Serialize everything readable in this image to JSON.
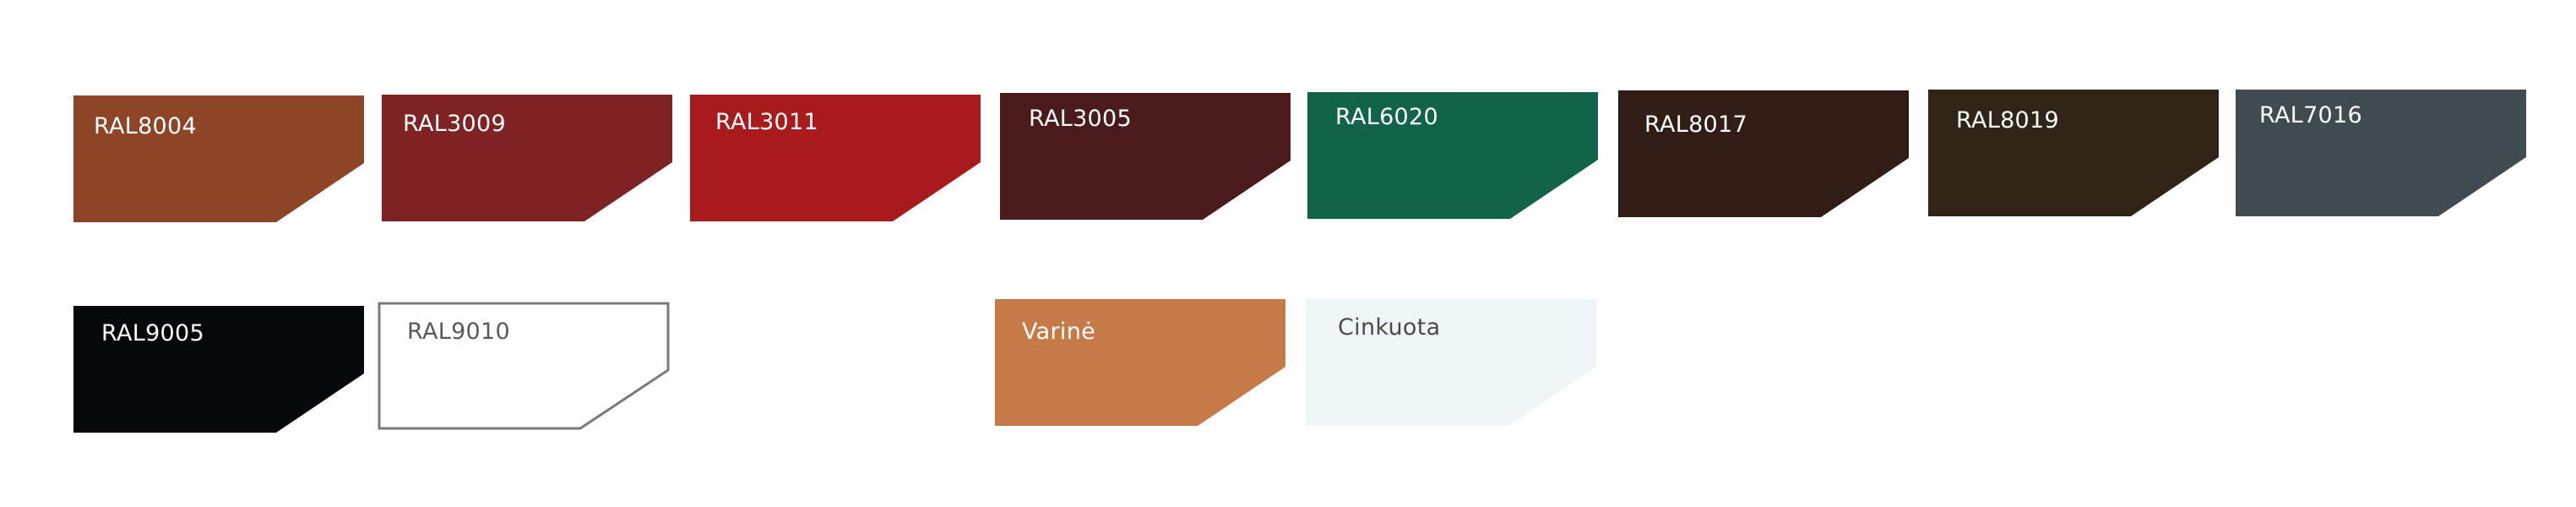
{
  "swatches": [
    {
      "label": "RAL8004",
      "fill": "#8E4426",
      "text_color": "#FFFFFF",
      "stroke": null
    },
    {
      "label": "RAL3009",
      "fill": "#7E2224",
      "text_color": "#FFFFFF",
      "stroke": null
    },
    {
      "label": "RAL3011",
      "fill": "#A81A1B",
      "text_color": "#FFFFFF",
      "stroke": null
    },
    {
      "label": "RAL3005",
      "fill": "#4A1B1A",
      "text_color": "#FFFFFF",
      "stroke": null
    },
    {
      "label": "RAL6020",
      "fill": "#116447",
      "text_color": "#FFFFFF",
      "stroke": null
    },
    {
      "label": "RAL8017",
      "fill": "#321C16",
      "text_color": "#FFFFFF",
      "stroke": null
    },
    {
      "label": "RAL8019",
      "fill": "#302416",
      "text_color": "#FFFFFF",
      "stroke": null
    },
    {
      "label": "RAL7016",
      "fill": "#3F4A51",
      "text_color": "#FFFFFF",
      "stroke": null
    },
    {
      "label": "RAL9005",
      "fill": "#06080A",
      "text_color": "#FFFFFF",
      "stroke": null
    },
    {
      "label": "RAL9010",
      "fill": "#FFFFFF",
      "text_color": "#5A5A5A",
      "stroke": "#7A7A7A"
    },
    {
      "label": "Varinė",
      "fill": "#C67A47",
      "text_color": "#FFFFFF",
      "stroke": null
    },
    {
      "label": "Cinkuota",
      "fill": "#EFF6F5",
      "text_color": "#4A4A4A",
      "stroke": null
    }
  ]
}
